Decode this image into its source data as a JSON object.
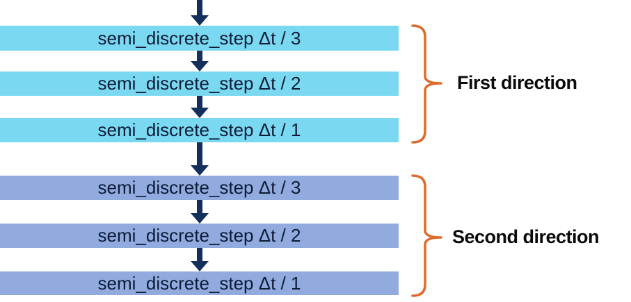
{
  "diagram": {
    "background_color": "#ffffff",
    "groups": [
      {
        "name": "first",
        "label": "First direction",
        "box_color": "#7ad9f1",
        "steps": [
          "semi_discrete_step Δt / 3",
          "semi_discrete_step Δt / 2",
          "semi_discrete_step Δt / 1"
        ]
      },
      {
        "name": "second",
        "label": "Second direction",
        "box_color": "#91abdf",
        "steps": [
          "semi_discrete_step Δt / 3",
          "semi_discrete_step Δt / 2",
          "semi_discrete_step Δt / 1"
        ]
      }
    ],
    "arrow_color": "#13305c",
    "arrow_icon": "down-arrow",
    "bracket_color": "#de6a2c",
    "box_text_color": "#0d1b36",
    "label_text_color": "#0a0a0a"
  }
}
